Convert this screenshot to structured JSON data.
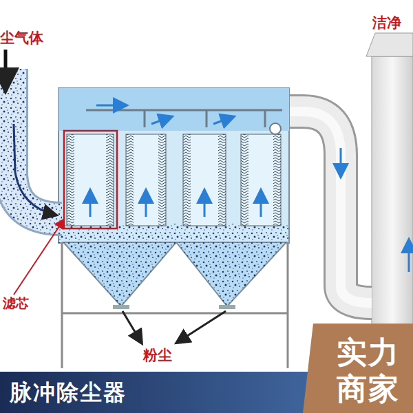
{
  "diagram": {
    "nodes": [
      {
        "text": [
          "脉冲除尘器"
        ]
      },
      {
        "text": [
          "实力 商家"
        ]
      }
    ],
    "labels": [
      "尘气体",
      "洁净",
      "滤芯",
      "粉尘"
    ]
  }
}
